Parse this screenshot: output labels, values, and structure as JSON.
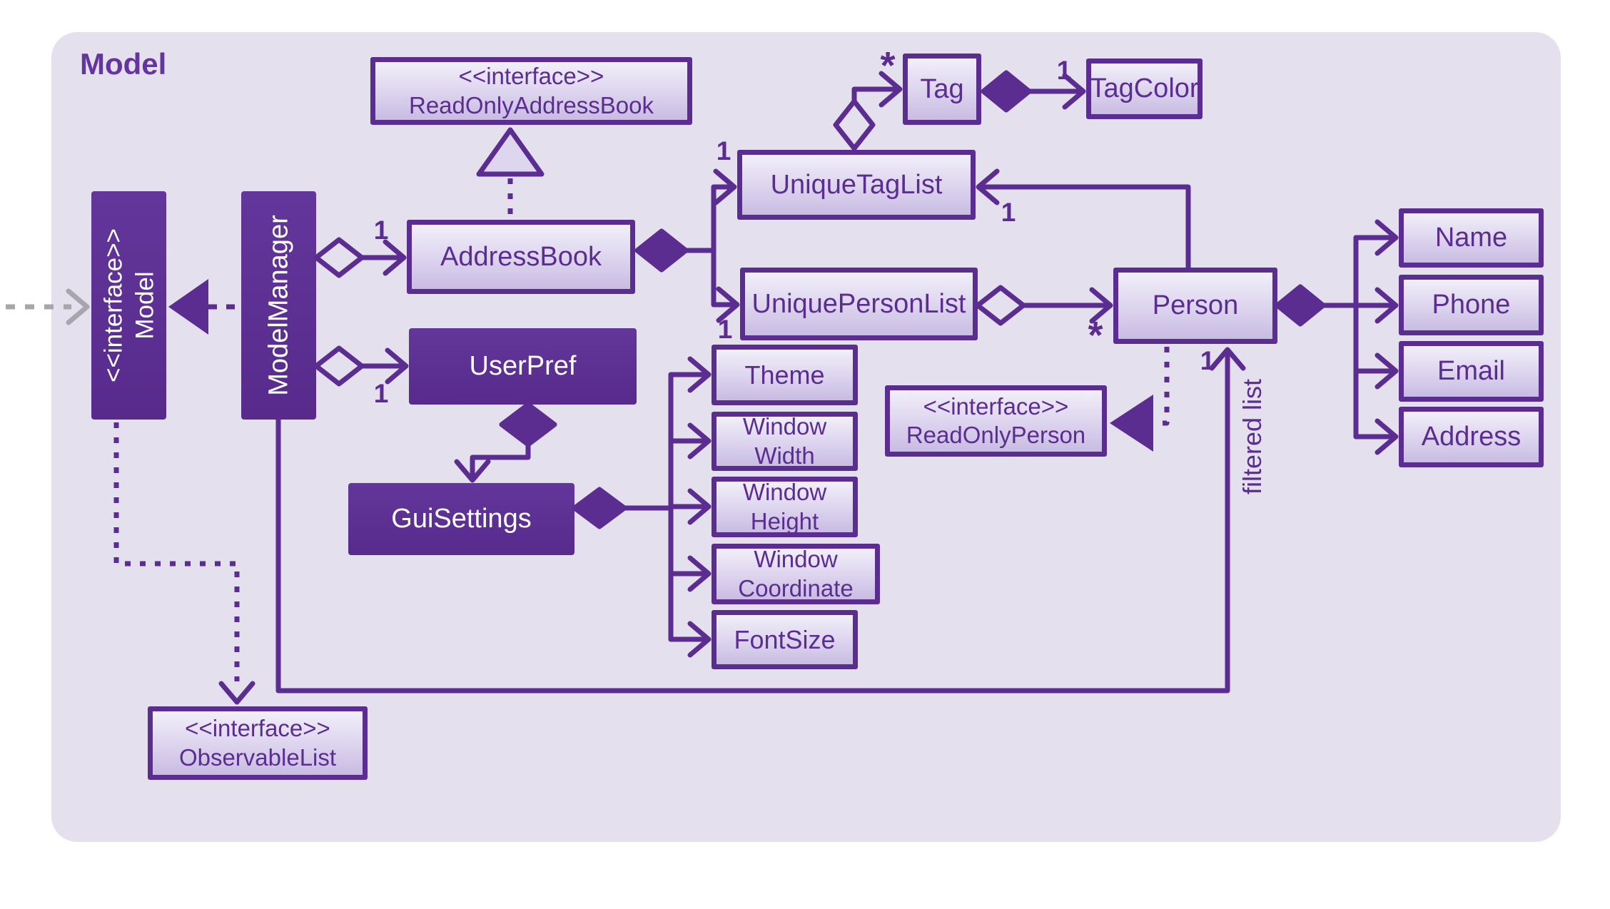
{
  "diagram": {
    "title": "Model",
    "colors": {
      "purple": "#5b2d91",
      "container_bg": "#e5e0ee",
      "gray_arrow": "#a9a5ad",
      "box_fill_top": "#f2eff9",
      "box_fill_bottom": "#c8bce2",
      "dark_box_fill": "#5c2f92"
    },
    "classes": {
      "readOnlyAddressBook": {
        "stereotype": "<<interface>>",
        "name": "ReadOnlyAddressBook"
      },
      "tag": {
        "name": "Tag"
      },
      "tagColor": {
        "name": "TagColor"
      },
      "uniqueTagList": {
        "name": "UniqueTagList"
      },
      "addressBook": {
        "name": "AddressBook"
      },
      "uniquePersonList": {
        "name": "UniquePersonList"
      },
      "person": {
        "name": "Person"
      },
      "name": {
        "name": "Name"
      },
      "phone": {
        "name": "Phone"
      },
      "email": {
        "name": "Email"
      },
      "address": {
        "name": "Address"
      },
      "interfaceModel": {
        "stereotype": "<<interface>>",
        "name": "Model"
      },
      "modelManager": {
        "name": "ModelManager"
      },
      "userPref": {
        "name": "UserPref"
      },
      "guiSettings": {
        "name": "GuiSettings"
      },
      "theme": {
        "name": "Theme"
      },
      "windowWidth": {
        "line1": "Window",
        "line2": "Width"
      },
      "windowHeight": {
        "line1": "Window",
        "line2": "Height"
      },
      "windowCoordinate": {
        "line1": "Window",
        "line2": "Coordinate"
      },
      "fontSize": {
        "name": "FontSize"
      },
      "readOnlyPerson": {
        "stereotype": "<<interface>>",
        "name": "ReadOnlyPerson"
      },
      "observableList": {
        "stereotype": "<<interface>>",
        "name": "ObservableList"
      }
    },
    "labels": {
      "one_addressbook": "1",
      "one_uniquetaglist": "1",
      "one_uniquepersonlist": "1",
      "one_person_taglist": "1",
      "one_tagcolor": "1",
      "star_tag": "*",
      "star_person": "*",
      "one_userpref": "1",
      "one_filtered": "1",
      "filtered_list": "filtered list"
    }
  }
}
